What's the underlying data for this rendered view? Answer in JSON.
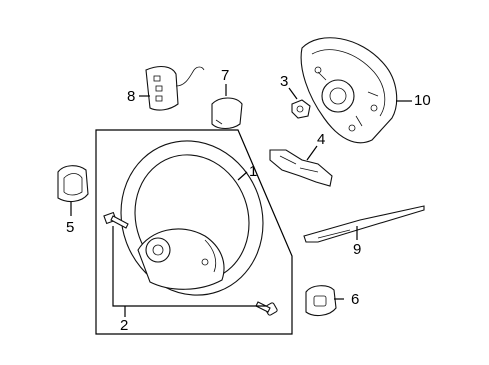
{
  "diagram": {
    "callouts": [
      {
        "id": "p1",
        "label": "1"
      },
      {
        "id": "p2",
        "label": "2"
      },
      {
        "id": "p3",
        "label": "3"
      },
      {
        "id": "p4",
        "label": "4"
      },
      {
        "id": "p5",
        "label": "5"
      },
      {
        "id": "p6",
        "label": "6"
      },
      {
        "id": "p7",
        "label": "7"
      },
      {
        "id": "p8",
        "label": "8"
      },
      {
        "id": "p9",
        "label": "9"
      },
      {
        "id": "p10",
        "label": "10"
      }
    ]
  }
}
